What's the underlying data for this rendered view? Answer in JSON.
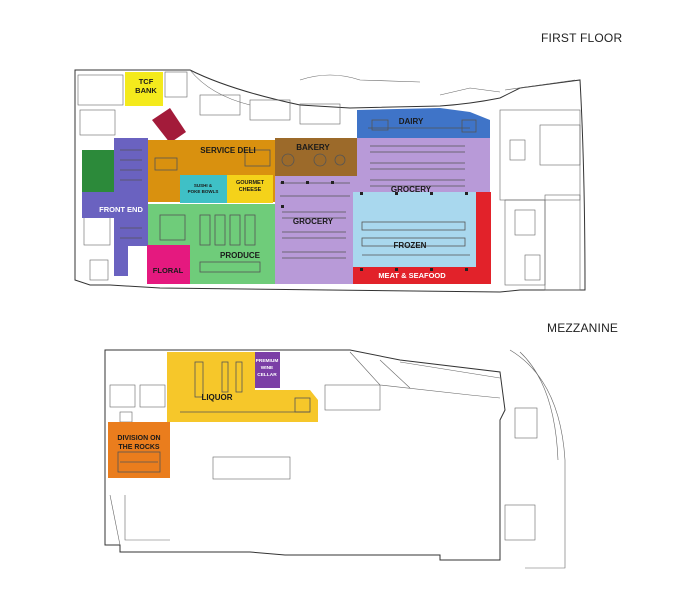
{
  "floors": {
    "first": {
      "title": "FIRST FLOOR"
    },
    "mezzanine": {
      "title": "MEZZANINE"
    }
  },
  "departments": {
    "tcf_bank": {
      "line1": "TCF",
      "line2": "BANK",
      "color": "#f4ea1c"
    },
    "service_deli": {
      "label": "SERVICE DELI",
      "color": "#d9910f"
    },
    "bakery": {
      "label": "BAKERY",
      "color": "#9c6a2a"
    },
    "dairy": {
      "label": "DAIRY",
      "color": "#3f74c8"
    },
    "grocery_upper": {
      "label": "GROCERY",
      "color": "#b89ad8"
    },
    "grocery_lower": {
      "label": "GROCERY",
      "color": "#b89ad8"
    },
    "frozen": {
      "label": "FROZEN",
      "color": "#a9d8ee"
    },
    "meat_seafood": {
      "label": "MEAT & SEAFOOD",
      "color": "#e2222a"
    },
    "produce": {
      "label": "PRODUCE",
      "color": "#6fcc7a"
    },
    "floral": {
      "label": "FLORAL",
      "color": "#e5197f"
    },
    "front_end": {
      "label": "FRONT END",
      "color": "#6a62c0"
    },
    "sushi": {
      "line1": "SUSHI &",
      "line2": "POKE BOWLS",
      "color": "#3fc0c6"
    },
    "gourmet_cheese": {
      "line1": "GOURMET",
      "line2": "CHEESE",
      "color": "#f4d21a"
    },
    "green_zone": {
      "label": "",
      "color": "#2c8a3a"
    },
    "maroon_zone": {
      "label": "",
      "color": "#a31b3a"
    },
    "liquor": {
      "label": "LIQUOR",
      "color": "#f6c72a"
    },
    "premium_wine": {
      "line1": "PREMIUM",
      "line2": "WINE",
      "line3": "CELLAR",
      "color": "#7b3fa6"
    },
    "division_rocks": {
      "line1": "DIVISION ON",
      "line2": "THE ROCKS",
      "color": "#ea7d1d"
    }
  }
}
